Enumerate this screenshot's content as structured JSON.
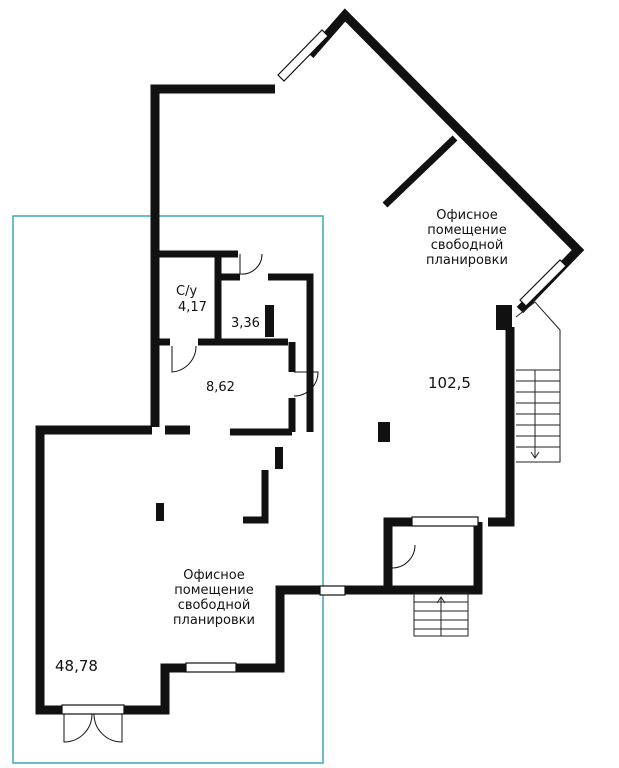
{
  "rooms": {
    "office_large": {
      "line1": "Офисное",
      "line2": "помещение",
      "line3": "свободной",
      "line4": "планировки",
      "area": "102,5"
    },
    "office_small": {
      "line1": "Офисное",
      "line2": "помещение",
      "line3": "свободной",
      "line4": "планировки",
      "area": "48,78"
    },
    "wc": {
      "label": "С/у",
      "area": "4,17"
    },
    "storage": {
      "area": "3,36"
    },
    "hall": {
      "area": "8,62"
    }
  },
  "colors": {
    "wall": "#111111",
    "highlight": "#3aa7b8",
    "stairs": "#222222"
  }
}
